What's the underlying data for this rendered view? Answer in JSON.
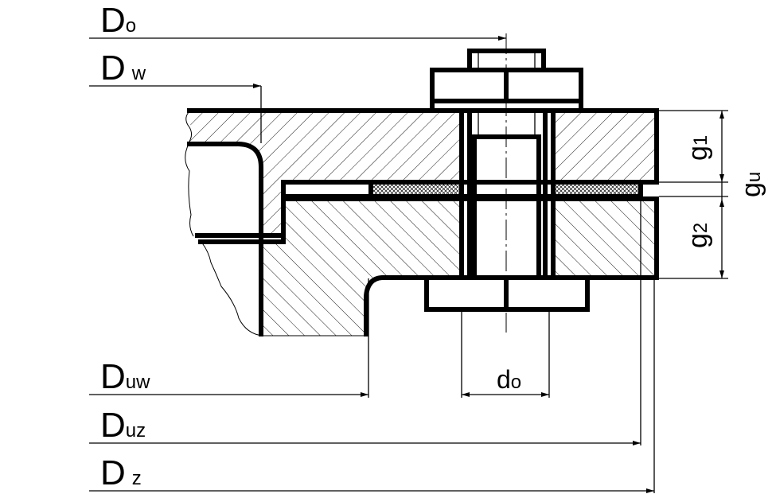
{
  "title": "Flange joint with bolt and gasket",
  "dimensions": {
    "Do": {
      "main": "D",
      "sub": "o"
    },
    "Dw": {
      "main": "D",
      "sub": "w"
    },
    "Duw": {
      "main": "D",
      "sub": "uw"
    },
    "Duz": {
      "main": "D",
      "sub": "uz"
    },
    "Dz": {
      "main": "D",
      "sub": "z"
    },
    "do": {
      "main": "d",
      "sub": "o"
    },
    "g1": {
      "main": "g",
      "sub": "1"
    },
    "g2": {
      "main": "g",
      "sub": "2"
    },
    "gu": {
      "main": "g",
      "sub": "u"
    }
  }
}
